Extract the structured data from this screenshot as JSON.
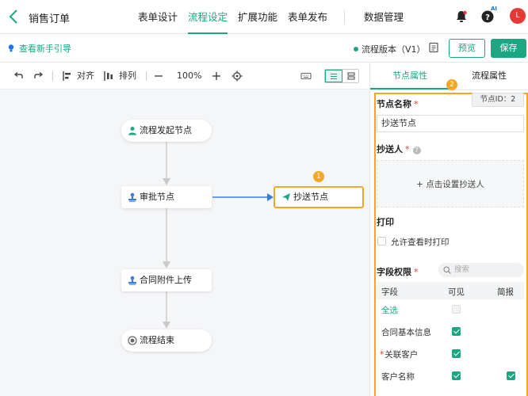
{
  "header": {
    "app_title": "销售订单",
    "nav": [
      "表单设计",
      "流程设定",
      "扩展功能",
      "表单发布",
      "数据管理"
    ],
    "active_nav": "流程设定",
    "ai_badge": "AI",
    "avatar_letter": "L"
  },
  "subbar": {
    "guide": "查看新手引导",
    "version": "流程版本（V1）",
    "preview": "预览",
    "save": "保存"
  },
  "toolbar": {
    "align": "对齐",
    "arrange": "排列",
    "zoom": "100%"
  },
  "canvas": {
    "nodes": [
      {
        "label": "流程发起节点",
        "icon": "user-icon"
      },
      {
        "label": "审批节点",
        "icon": "stamp-icon"
      },
      {
        "label": "抄送节点",
        "icon": "send-icon"
      },
      {
        "label": "合同附件上传",
        "icon": "stamp-icon"
      },
      {
        "label": "流程结束",
        "icon": "end-icon"
      }
    ],
    "badge1": "1"
  },
  "panel": {
    "tabs": [
      "节点属性",
      "流程属性"
    ],
    "badge2": "2",
    "node_name_label": "节点名称",
    "required_mark": "*",
    "node_id": "节点ID：2",
    "node_name_value": "抄送节点",
    "cc_label": "抄送人",
    "help_mark": "?",
    "cc_placeholder": "+ 点击设置抄送人",
    "print_label": "打印",
    "print_option": "允许查看时打印",
    "field_perm_label": "字段权限",
    "search_placeholder": "搜索",
    "columns": [
      "字段",
      "可见",
      "简报"
    ],
    "select_all": "全选",
    "rows": [
      {
        "name": "合同基本信息",
        "required": false,
        "visible": true,
        "brief": false
      },
      {
        "name": "关联客户",
        "required": true,
        "visible": true,
        "brief": false
      },
      {
        "name": "客户名称",
        "required": false,
        "visible": true,
        "brief": true
      }
    ]
  },
  "colors": {
    "accent": "#1ba784",
    "highlight": "#f5a623",
    "connector_blue": "#3b7ddd",
    "required": "#e53935"
  }
}
